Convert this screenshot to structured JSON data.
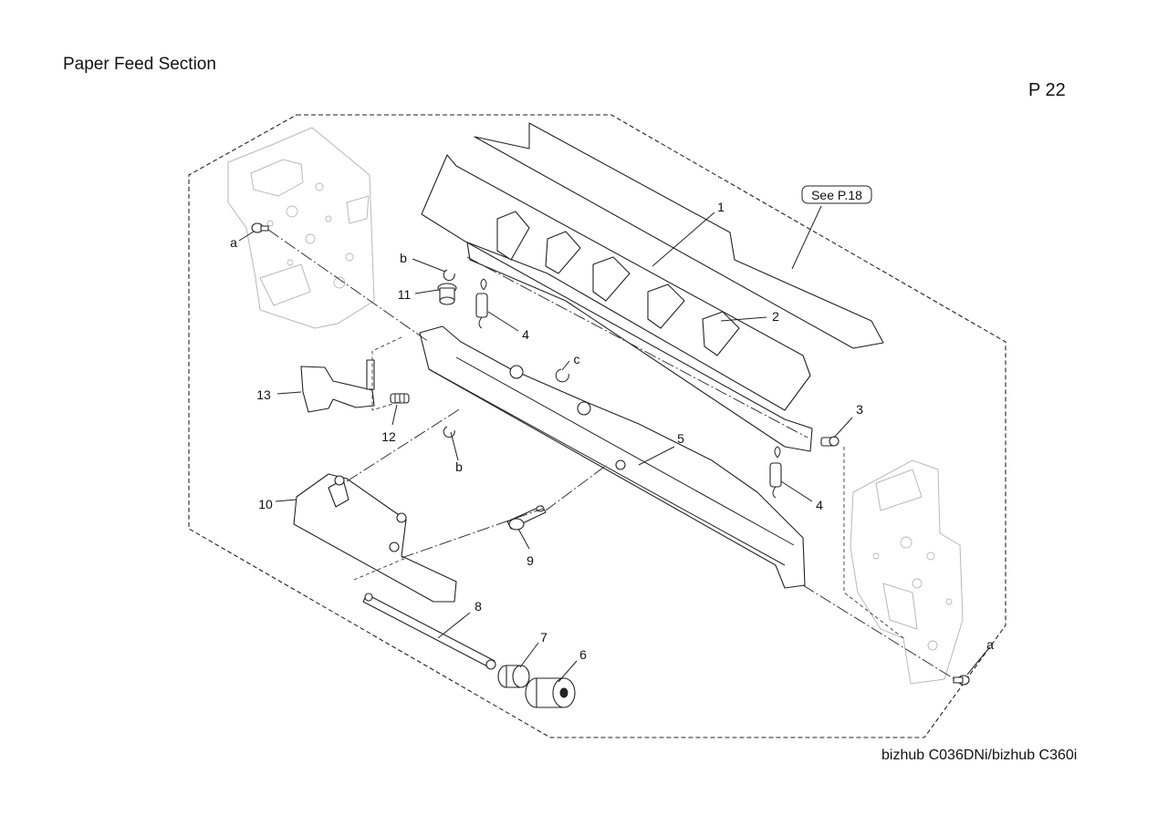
{
  "header": {
    "title": "Paper Feed Section",
    "page_number": "P 22"
  },
  "footer": {
    "model": "bizhub C036DNi/bizhub C360i"
  },
  "diagram": {
    "reference": "See P.18",
    "callouts": [
      {
        "id": "c1",
        "label": "1"
      },
      {
        "id": "c2",
        "label": "2"
      },
      {
        "id": "c3",
        "label": "3"
      },
      {
        "id": "c4a",
        "label": "4"
      },
      {
        "id": "c4b",
        "label": "4"
      },
      {
        "id": "c5",
        "label": "5"
      },
      {
        "id": "c6",
        "label": "6"
      },
      {
        "id": "c7",
        "label": "7"
      },
      {
        "id": "c8",
        "label": "8"
      },
      {
        "id": "c9",
        "label": "9"
      },
      {
        "id": "c10",
        "label": "10"
      },
      {
        "id": "c11",
        "label": "11"
      },
      {
        "id": "c12",
        "label": "12"
      },
      {
        "id": "c13",
        "label": "13"
      },
      {
        "id": "ca1",
        "label": "a"
      },
      {
        "id": "ca2",
        "label": "a"
      },
      {
        "id": "cb1",
        "label": "b"
      },
      {
        "id": "cb2",
        "label": "b"
      },
      {
        "id": "cc",
        "label": "c"
      }
    ]
  }
}
